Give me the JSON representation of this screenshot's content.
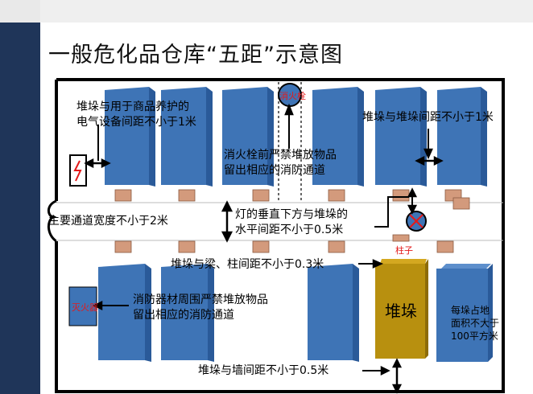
{
  "title": "一般危化品仓库“五距”示意图",
  "labels": {
    "stack_equipment_line1": "堆垛与用于商品养护的",
    "stack_equipment_line2": "电气设备间距不小于1米",
    "hydrant": "消火栓",
    "hydrant_note_line1": "消火栓前严禁堆放物品",
    "hydrant_note_line2": "留出相应的消防通道",
    "stack_stack": "堆垛与堆垛间距不小于1米",
    "main_aisle": "主要通道宽度不小于2米",
    "lamp_line1": "灯的垂直下方与堆垛的",
    "lamp_line2": "水平间距不小于0.5米",
    "pillar": "柱子",
    "beam_pillar": "堆垛与梁、柱间距不小于0.3米",
    "extinguisher": "灭火器",
    "fire_equipment_line1": "消防器材周围严禁堆放物品",
    "fire_equipment_line2": "留出相应的消防通道",
    "stack": "堆垛",
    "area_line1": "每垛占地",
    "area_line2": "面积不大于",
    "area_line3": "100平方米",
    "wall": "堆垛与墙间距不小于0.5米"
  },
  "colors": {
    "stack_blue": "#3e74b6",
    "stack_blue_top": "#5d8fcc",
    "stack_blue_side": "#2a5a99",
    "stack_gold": "#b8900f",
    "pallet": "#d39a7c",
    "header_dark": "#1f3559",
    "label_red": "#e41a1a"
  }
}
